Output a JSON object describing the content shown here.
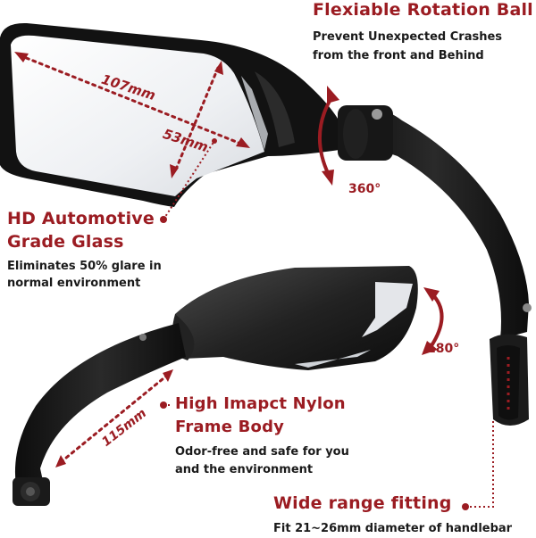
{
  "features": {
    "rotation": {
      "title": "Flexiable Rotation Ball",
      "line1": "Prevent Unexpected Crashes",
      "line2": "from the front and Behind"
    },
    "glass": {
      "title1": "HD Automotive",
      "title2": "Grade Glass",
      "line1": "Eliminates 50% glare in",
      "line2": "normal environment"
    },
    "body": {
      "title1": "High Imapct Nylon",
      "title2": "Frame Body",
      "line1": "Odor-free and safe for you",
      "line2": "and the environment"
    },
    "fitting": {
      "title": "Wide range fitting",
      "line1": "Fit 21~26mm diameter of handlebar"
    }
  },
  "dimensions": {
    "width": "107mm",
    "height": "53mm",
    "arm": "115mm"
  },
  "angles": {
    "rotation_360": "360°",
    "rotation_180": "180°"
  },
  "colors": {
    "accent": "#9b1c22",
    "frame": "#141414",
    "glass": "#f2f3f5"
  }
}
